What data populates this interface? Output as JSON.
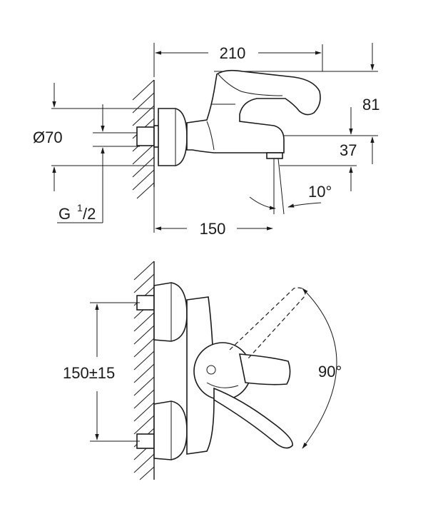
{
  "drawing": {
    "side_view": {
      "dim_length_overall": "210",
      "dim_height_lever": "81",
      "dim_diameter": "Ø70",
      "dim_spout_height": "37",
      "dim_spout_angle": "10°",
      "dim_thread_prefix": "G",
      "dim_thread_num": "1",
      "dim_thread_den": "/2",
      "dim_projection": "150"
    },
    "top_view": {
      "dim_centers": "150±15",
      "dim_rotation": "90°"
    }
  }
}
